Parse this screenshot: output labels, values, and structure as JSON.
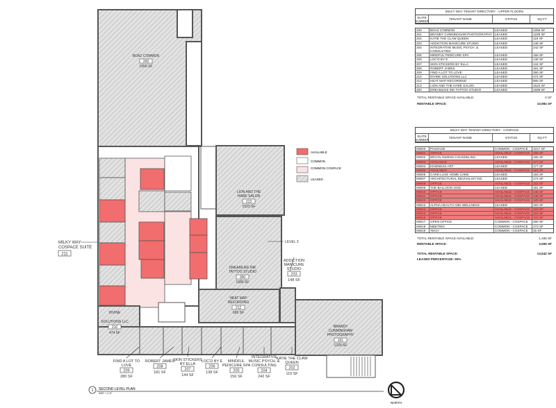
{
  "colors": {
    "available": "#f26d6d",
    "common": "#ffffff",
    "common_cospace": "#fbe3e3",
    "leased": "#d9d9d9",
    "wall": "#555555"
  },
  "legend": [
    {
      "label": "AVAILABLE",
      "key": "available"
    },
    {
      "label": "COMMON",
      "key": "common"
    },
    {
      "label": "COMMON COSPACE",
      "key": "common_cospace"
    },
    {
      "label": "LEASED",
      "key": "leased"
    }
  ],
  "upper": {
    "title": "MILKY WAY TENANT DIRECTORY - UPPER FLOORS",
    "headers": [
      "SUITE NUMBER",
      "TENANT NAME",
      "STATUS",
      "SQ FT"
    ],
    "rows": [
      [
        "200",
        "BOAZ COMMON",
        "LEASED",
        "1056 SF"
      ],
      [
        "201",
        "BRANDY CUNNINGHAM PHOTOGRAPHY",
        "LEASED",
        "1229 SF"
      ],
      [
        "202",
        "KATIE THE CLAW QUEEN",
        "LEASED",
        "119 SF"
      ],
      [
        "203",
        "ADDICTION MANICURE STUDIO",
        "LEASED",
        "148 SF"
      ],
      [
        "204",
        "INTEGRATIVE MUSIC PSYCH. & CONSULTING",
        "LEASED",
        "242 SF"
      ],
      [
        "205",
        "MINDFUL PEDICURE SPA",
        "LEASED",
        "156 SF"
      ],
      [
        "206",
        "LOC'D BY E",
        "LEASED",
        "138 SF"
      ],
      [
        "207",
        "SKIN STICKERS BY ELLA",
        "LEASED",
        "144 SF"
      ],
      [
        "208",
        "ROBERT JAMES",
        "LEASED",
        "181 SF"
      ],
      [
        "209",
        "FIND A LOT TO LOVE",
        "LEASED",
        "280 SF"
      ],
      [
        "210",
        "DIVINE SOLUTIONS LLC",
        "LEASED",
        "474 SF"
      ],
      [
        "212",
        "HEAT MAP RECORDING",
        "LEASED",
        "665 SF"
      ],
      [
        "213",
        "LION AND THE HARE SALON",
        "LEASED",
        "1523 SF"
      ],
      [
        "300",
        "DREAMLIKE INK TATTOO STUDIO",
        "LEASED",
        "1589 SF"
      ]
    ],
    "total_available_label": "TOTAL RENTABLE SPACE AVAILABLE:",
    "total_available": "0 SF",
    "rentable_label": "RENTABLE SPACE:",
    "rentable": "10,984 SF"
  },
  "cospace": {
    "title": "MILKY WAY TENANT DIRECTORY - COSPACE",
    "headers": [
      "SUITE NUMBER",
      "TENANT NAME",
      "STATUS",
      "SQ FT"
    ],
    "rows": [
      [
        "MW00",
        "PASSAGE",
        "COMMON - COSPACE",
        "1017 SF"
      ],
      [
        "MW01",
        "OFFICE",
        "AVAILABLE - COSPACE",
        "166 SF"
      ],
      [
        "MW02",
        "BRYAN OWENS COUNSELING",
        "LEASED",
        "155 SF"
      ],
      [
        "MW03",
        "AVAILABLE",
        "AVAILABLE - COSPACE",
        "177 SF"
      ],
      [
        "MW04",
        "KINDNESS ART",
        "LEASED",
        "177 SF"
      ],
      [
        "MW05",
        "AVAILABLE",
        "AVAILABLE - COSPACE",
        "181 SF"
      ],
      [
        "MW06",
        "CARE-LUXE HOME CARE",
        "LEASED",
        "183 SF"
      ],
      [
        "MW07",
        "ARCHITECTURAL REVIVALIST INC",
        "LEASED",
        "174 SF"
      ],
      [
        "MW08",
        "OFFICE",
        "AVAILABLE - COSPACE",
        "152 SF"
      ],
      [
        "MW09",
        "THE BALLOON GOD",
        "LEASED",
        "181 SF"
      ],
      [
        "MW10",
        "OFFICE",
        "AVAILABLE - COSPACE",
        "145 SF"
      ],
      [
        "MW11",
        "OFFICE",
        "AVAILABLE - COSPACE",
        "138 SF"
      ],
      [
        "MW12",
        "OFFICE",
        "AVAILABLE - COSPACE",
        "126 SF"
      ],
      [
        "MW13",
        "ALPHA HEALTH AND WELLNESS",
        "LEASED",
        "183 SF"
      ],
      [
        "MW14",
        "OFFICE",
        "AVAILABLE - COSPACE",
        "103 SF"
      ],
      [
        "MW15",
        "OFFICE",
        "AVAILABLE - COSPACE",
        "103 SF"
      ],
      [
        "MW16",
        "OFFICE",
        "AVAILABLE - COSPACE",
        "172 SF"
      ],
      [
        "MW17",
        "OPEN OFFICE",
        "COMMON - COSPACE",
        "480 SF"
      ],
      [
        "MW18",
        "MEETING",
        "COMMON - COSPACE",
        "273 SF"
      ],
      [
        "MW19",
        "TECH",
        "COMMON - COSPACE",
        "25 SF"
      ]
    ],
    "total_available_label": "TOTAL RENTABLE SPACE AVAILABLE:",
    "total_available": "1,465 SF",
    "rentable_label": "RENTABLE SPACE:",
    "rentable": "2,559 SF",
    "grand_total_label": "TOTAL RENTABLE SPACE:",
    "grand_total": "13,542 SF",
    "leased_pct_label": "LEASED PERCENTAGE: 90%"
  },
  "plan": {
    "title": "SECOND LEVEL PLAN",
    "scale": "3/32\" = 1'-0\"",
    "north": "NORTH",
    "level_note": "LEVEL 3",
    "cospace_suite": {
      "name1": "MILKY WAY",
      "name2": "COSPACE SUITE",
      "num": "211"
    },
    "rooms": [
      {
        "n1": "BOAZ COMMON",
        "n2": "",
        "num": "200",
        "sf": "1056 SF"
      },
      {
        "n1": "LION AND THE",
        "n2": "HARE SALON",
        "num": "213",
        "sf": "1523 SF"
      },
      {
        "n1": "DREAMLIKE INK",
        "n2": "TATTOO STUDIO",
        "num": "300",
        "sf": "1589 SF"
      },
      {
        "n1": "HEAT MAP",
        "n2": "RECORDING",
        "num": "212",
        "sf": "665 SF"
      },
      {
        "n1": "DIVINE",
        "n2": "SOLUTIONS LLC",
        "num": "210",
        "sf": "474 SF"
      },
      {
        "n1": "BRANDY",
        "n2": "CUNNINGHAM",
        "n3": "PHOTOGRAPHY",
        "num": "201",
        "sf": "1229 SF"
      }
    ],
    "callouts": [
      {
        "l1": "ADDICTION",
        "l2": "MANICURE",
        "l3": "STUDIO",
        "num": "203",
        "sf": "148 SF"
      },
      {
        "l1": "FIND A LOT TO",
        "l2": "LOVE",
        "num": "209",
        "sf": "280 SF"
      },
      {
        "l1": "ROBERT JAMES",
        "l2": "",
        "num": "208",
        "sf": "181 SF"
      },
      {
        "l1": "SKIN STICKERS",
        "l2": "BY ELLA",
        "num": "207",
        "sf": "144 SF"
      },
      {
        "l1": "LOC'D BY E",
        "l2": "",
        "num": "206",
        "sf": "138 SF"
      },
      {
        "l1": "MINDFUL",
        "l2": "PEDICURE SPA",
        "num": "205",
        "sf": "156 SF"
      },
      {
        "l1": "INTEGRATIVE",
        "l2": "MUSIC PSYCH. &",
        "l3": "CONSULTING",
        "num": "204",
        "sf": "242 SF"
      },
      {
        "l1": "KATIE THE CLAW",
        "l2": "QUEEN",
        "num": "202",
        "sf": "119 SF"
      }
    ]
  }
}
